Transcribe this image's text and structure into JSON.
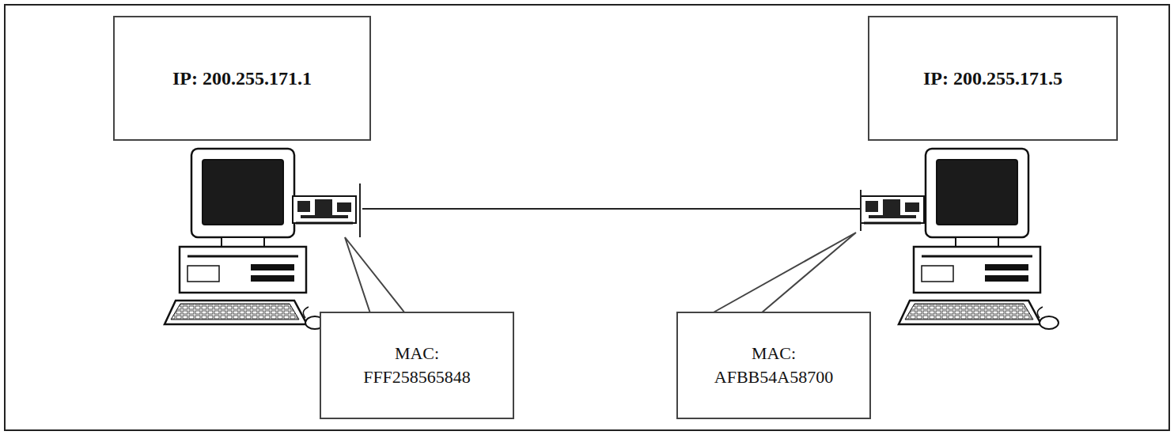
{
  "diagram": {
    "nodes": [
      {
        "text": [
          "IP: 200.255.171.1"
        ]
      },
      {
        "text": [
          "IP: 200.255.171.5"
        ]
      },
      {
        "text": [
          "MAC: FFF258565848"
        ]
      },
      {
        "text": [
          "MAC: AFBB54A58700"
        ]
      }
    ]
  }
}
